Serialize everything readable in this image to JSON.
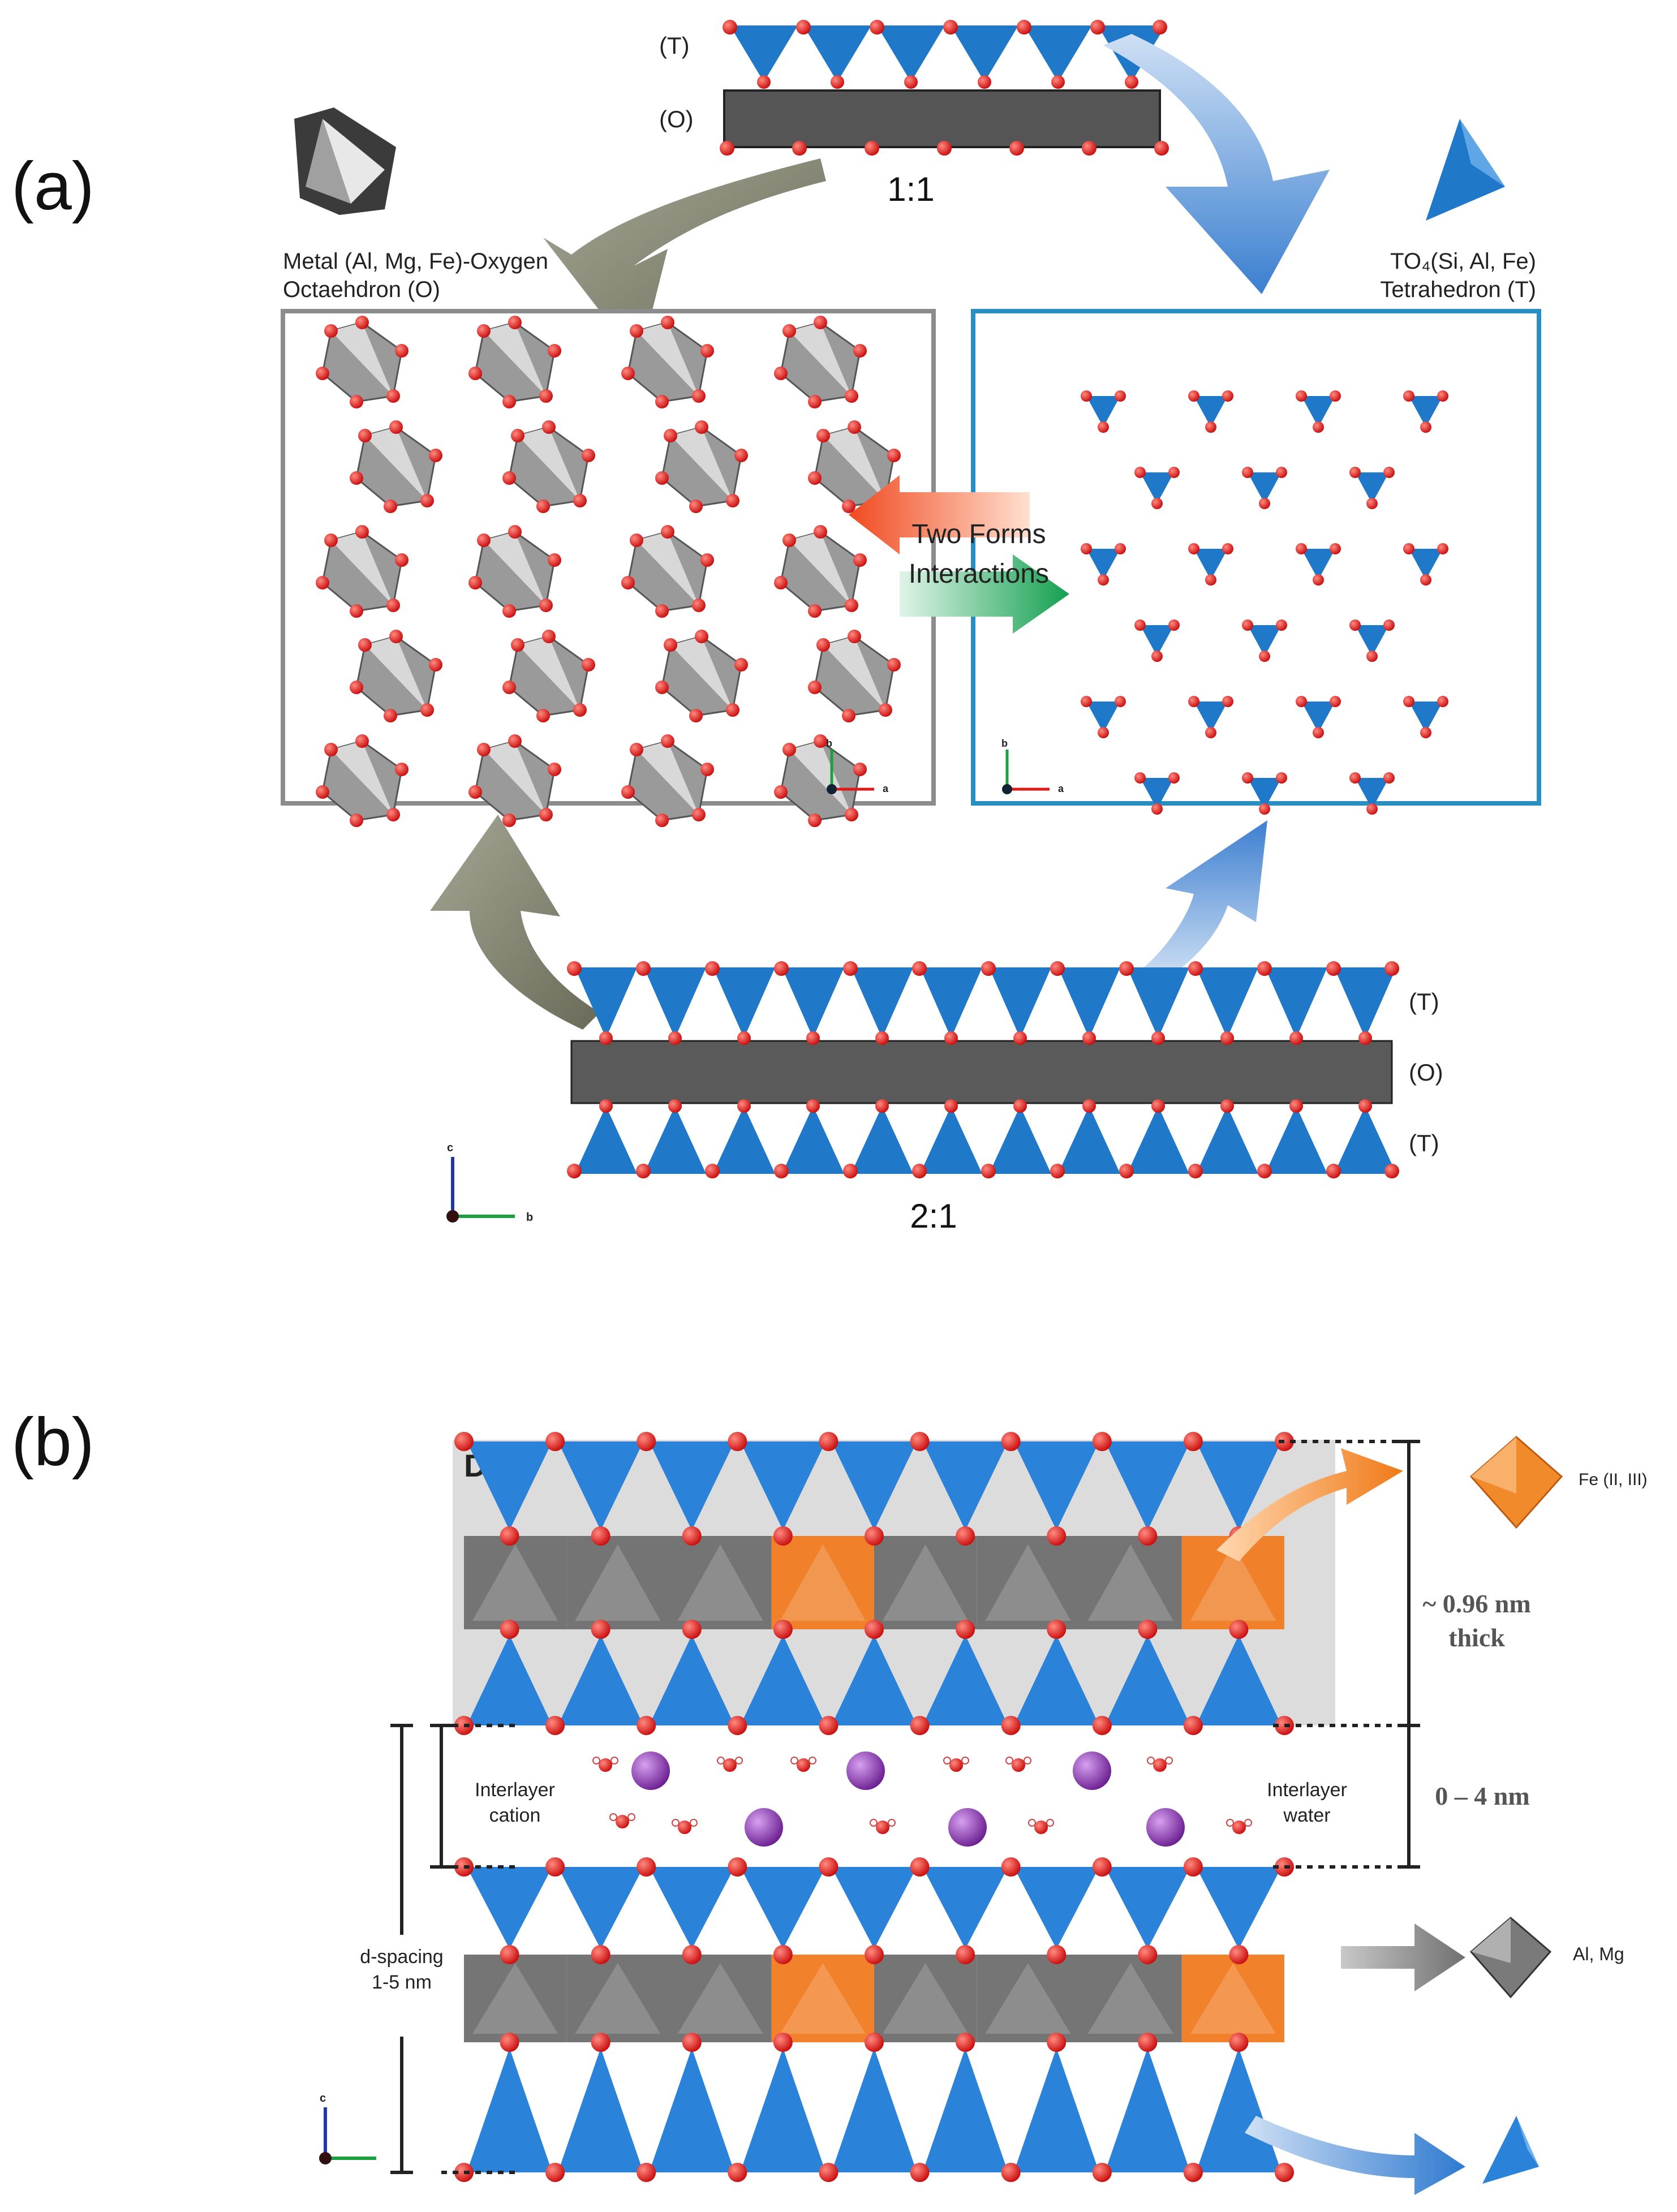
{
  "panel_a": {
    "label": "(a)",
    "layer_1to1": {
      "t_label": "(T)",
      "o_label": "(O)",
      "ratio": "1:1"
    },
    "octahedron_caption": {
      "line1": "Metal (Al, Mg, Fe)-Oxygen",
      "line2": "Octaehdron (O)"
    },
    "tetrahedron_caption": {
      "line1": "TO₄(Si, Al, Fe)",
      "line2": "Tetrahedron (T)"
    },
    "center_text": {
      "line1": "Two Forms",
      "line2": "Interactions"
    },
    "axes_small": {
      "b": "b",
      "a": "a",
      "c": "c"
    },
    "layer_2to1": {
      "t_top": "(T)",
      "o_mid": "(O)",
      "t_bot": "(T)",
      "ratio": "2:1"
    },
    "colors": {
      "tetra": "#1f78c8",
      "octa": "#707070",
      "oxygen": "#e01010",
      "gray_arrow": "#8a8a78",
      "blue_frame": "#2a8fc0"
    }
  },
  "panel_b": {
    "label": "(b)",
    "corner_letter": "D",
    "fe_label": "Fe (II, III)",
    "thickness_line1": "~ 0.96 nm",
    "thickness_line2": "thick",
    "interlayer_range": "0 – 4 nm",
    "cation_label": {
      "line1": "Interlayer",
      "line2": "cation"
    },
    "water_label": {
      "line1": "Interlayer",
      "line2": "water"
    },
    "d_spacing": {
      "line1": "d-spacing",
      "line2": "1-5 nm"
    },
    "almg_label": "Al, Mg",
    "axes_small": {
      "c": "c"
    },
    "colors": {
      "tetra": "#2b82d9",
      "octa": "#6e6e6e",
      "fe_octa": "#f07a20",
      "cation": "#8a3aa8",
      "oxygen": "#e01010"
    }
  }
}
